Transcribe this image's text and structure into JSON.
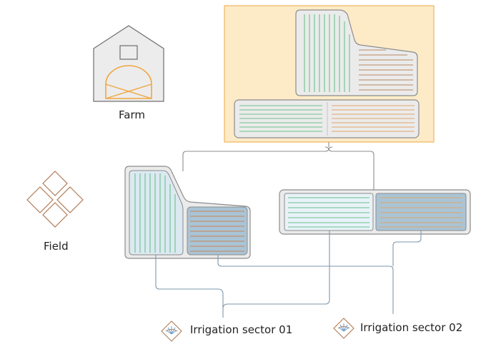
{
  "labels": {
    "farm": "Farm",
    "field": "Field",
    "sector1": "Irrigation sector 01",
    "sector2": "Irrigation sector 02"
  },
  "colors": {
    "green_line": "#6cc08c",
    "orange_line": "#e0a66a",
    "brown_line": "#b98a62",
    "highlight_fill": "#fdebc8",
    "highlight_stroke": "#f2b35a",
    "outline": "#8c8c8c",
    "connector": "#7d97ad",
    "field_fill_light": "#dbe9f1",
    "field_fill_dark": "#a9c4d6",
    "barn_fill": "#ececec",
    "barn_door": "#f0a640"
  }
}
